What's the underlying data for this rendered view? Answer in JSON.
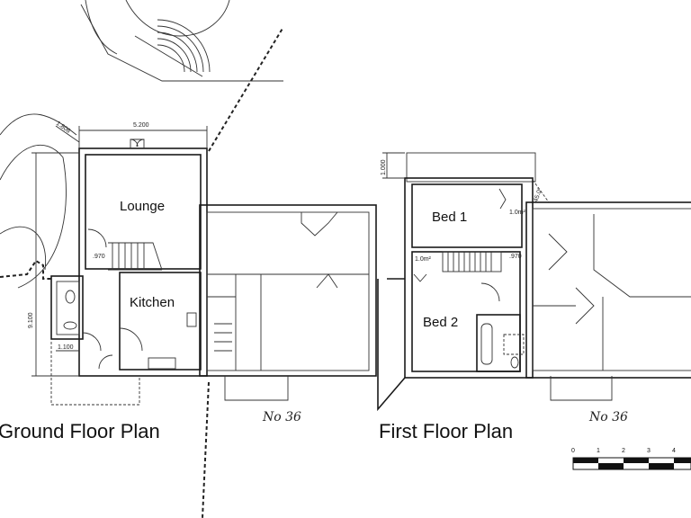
{
  "ground_floor": {
    "title": "Ground Floor Plan",
    "rooms": {
      "lounge": "Lounge",
      "kitchen": "Kitchen"
    },
    "dimensions": {
      "width": "5.200",
      "diag": "1.808",
      "depth": "9.100",
      "stair": ".970",
      "porch": "1.100"
    },
    "neighbour_label": "No 36"
  },
  "first_floor": {
    "title": "First Floor Plan",
    "rooms": {
      "bed1": "Bed 1",
      "bed2": "Bed 2"
    },
    "dimensions": {
      "overhang": "1.000",
      "angle": "45.0°",
      "stair": ".970",
      "cupboard1": "1.0m²",
      "cupboard2": "1.0m²"
    },
    "neighbour_label": "No 36"
  },
  "scale_bar": {
    "ticks": [
      "0",
      "1",
      "2",
      "3",
      "4"
    ]
  }
}
